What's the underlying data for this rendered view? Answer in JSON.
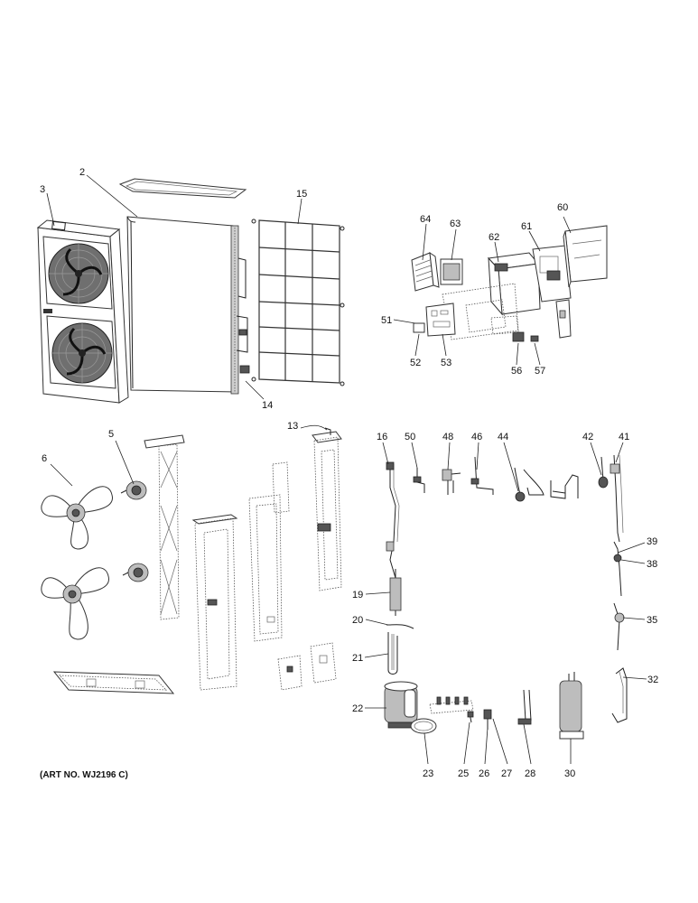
{
  "art_number": "(ART NO. WJ2196 C)",
  "callouts": {
    "c2": "2",
    "c3": "3",
    "c5": "5",
    "c6": "6",
    "c13": "13",
    "c14": "14",
    "c15": "15",
    "c16": "16",
    "c19": "19",
    "c20": "20",
    "c21": "21",
    "c22": "22",
    "c23": "23",
    "c25": "25",
    "c26": "26",
    "c27": "27",
    "c28": "28",
    "c30": "30",
    "c32": "32",
    "c35": "35",
    "c38": "38",
    "c39": "39",
    "c41": "41",
    "c42": "42",
    "c44": "44",
    "c46": "46",
    "c48": "48",
    "c50": "50",
    "c51": "51",
    "c52": "52",
    "c53": "53",
    "c56": "56",
    "c57": "57",
    "c60": "60",
    "c61": "61",
    "c62": "62",
    "c63": "63",
    "c64": "64"
  }
}
